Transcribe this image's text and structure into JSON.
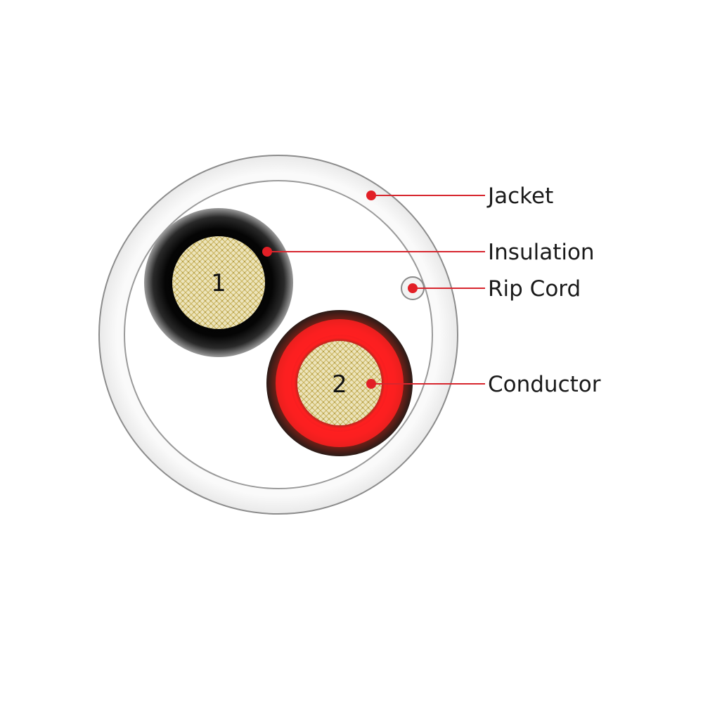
{
  "diagram": {
    "callouts": {
      "jacket": "Jacket",
      "insulation": "Insulation",
      "rip_cord": "Rip Cord",
      "conductor": "Conductor"
    },
    "conductor_numbers": {
      "first": "1",
      "second": "2"
    },
    "colors": {
      "jacket": "#f4f4f4",
      "jacket_outline": "#8c8c8c",
      "insulation_black": "#111111",
      "insulation_red": "#e41d23",
      "conductor_copper": "#e6dca8",
      "leader_line": "#d7262e",
      "leader_dot": "#e21f26"
    }
  }
}
